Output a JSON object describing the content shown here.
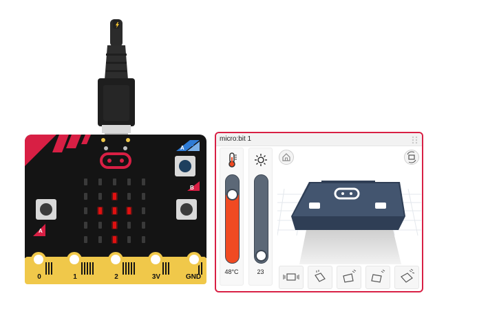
{
  "board": {
    "name": "micro:bit",
    "colors": {
      "body": "#141414",
      "accent": "#d81f44",
      "gold": "#f0c84a",
      "led_on": "#e01010",
      "led_off": "#3a3a3a"
    },
    "leds": [
      [
        0,
        0,
        0,
        0,
        0
      ],
      [
        0,
        0,
        1,
        0,
        0
      ],
      [
        0,
        1,
        1,
        1,
        0
      ],
      [
        0,
        0,
        1,
        0,
        0
      ],
      [
        0,
        0,
        1,
        0,
        0
      ]
    ],
    "pins": {
      "p0": "0",
      "p1": "1",
      "p2": "2",
      "p3v": "3V",
      "gnd": "GND"
    },
    "button_a_label": "A",
    "button_b_label": "B",
    "button_ab_label_a": "A",
    "button_ab_label_b": "B"
  },
  "panel": {
    "title": "micro:bit 1",
    "temperature": {
      "value": 48,
      "unit": "°C",
      "display": "48°C",
      "fraction": 0.77
    },
    "light": {
      "value": 23,
      "display": "23",
      "fraction": 0.09
    },
    "icons": {
      "temperature": "thermometer-icon",
      "light": "sun-icon",
      "home": "home-icon",
      "rotate": "rotate-device-icon"
    },
    "gestures": [
      "shake",
      "tilt-up",
      "tilt-left",
      "tilt-right",
      "free-fall"
    ]
  }
}
